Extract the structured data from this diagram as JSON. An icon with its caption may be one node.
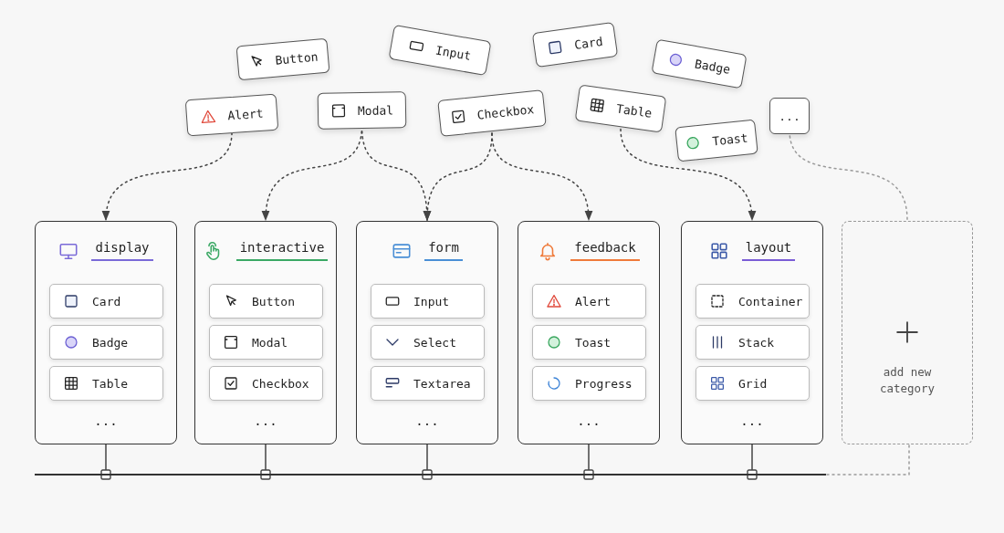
{
  "diagram": {
    "nodes": [
      {
        "text": [
          "Button"
        ]
      },
      {
        "text": [
          "Input"
        ]
      },
      {
        "text": [
          "Card"
        ]
      },
      {
        "text": [
          "Badge"
        ]
      },
      {
        "text": [
          "Alert"
        ]
      },
      {
        "text": [
          "Modal"
        ]
      },
      {
        "text": [
          "Checkbox"
        ]
      },
      {
        "text": [
          "Table"
        ]
      },
      {
        "text": [
          "Toast"
        ]
      },
      {
        "text": [
          "..."
        ]
      },
      {
        "text": [
          "display",
          "..."
        ]
      },
      {
        "text": [
          "Card"
        ],
        "in": 10
      },
      {
        "text": [
          "Badge"
        ],
        "in": 10
      },
      {
        "text": [
          "Table"
        ],
        "in": 10
      },
      {
        "text": [
          "interactive",
          "..."
        ]
      },
      {
        "text": [
          "Button"
        ],
        "in": 14
      },
      {
        "text": [
          "Modal"
        ],
        "in": 14
      },
      {
        "text": [
          "Checkbox"
        ],
        "in": 14
      },
      {
        "text": [
          "form",
          "..."
        ]
      },
      {
        "text": [
          "Input"
        ],
        "in": 18
      },
      {
        "text": [
          "Select"
        ],
        "in": 18
      },
      {
        "text": [
          "Textarea"
        ],
        "in": 18
      },
      {
        "text": [
          "feedback",
          "..."
        ]
      },
      {
        "text": [
          "Alert"
        ],
        "in": 22
      },
      {
        "text": [
          "Toast"
        ],
        "in": 22
      },
      {
        "text": [
          "Progress"
        ],
        "in": 22
      },
      {
        "text": [
          "layout",
          "..."
        ]
      },
      {
        "text": [
          "Container"
        ],
        "in": 26
      },
      {
        "text": [
          "Stack"
        ],
        "in": 26
      },
      {
        "text": [
          "Grid"
        ],
        "in": 26
      },
      {
        "text": [
          "add new category"
        ]
      },
      {
        "text": [],
        "shape": "bar"
      }
    ],
    "edges": [
      {
        "from": 4,
        "to": 10,
        "arrow": "to",
        "style": "dashed"
      },
      {
        "from": 5,
        "to": 14,
        "arrow": "to",
        "style": "dashed"
      },
      {
        "from": 5,
        "to": 18,
        "arrow": "to",
        "style": "dashed"
      },
      {
        "from": 6,
        "to": 18,
        "arrow": "to",
        "style": "dashed"
      },
      {
        "from": 6,
        "to": 22,
        "arrow": "to",
        "style": "dashed"
      },
      {
        "from": 7,
        "to": 26,
        "arrow": "to",
        "style": "dashed"
      },
      {
        "from": 9,
        "to": 30,
        "arrow": "none",
        "style": "dashed",
        "color": "#9a9a9a"
      },
      {
        "from": 10,
        "to": 31,
        "arrow": "other"
      },
      {
        "from": 14,
        "to": 31,
        "arrow": "other"
      },
      {
        "from": 18,
        "to": 31,
        "arrow": "other"
      },
      {
        "from": 22,
        "to": 31,
        "arrow": "other"
      },
      {
        "from": 26,
        "to": 31,
        "arrow": "other"
      },
      {
        "from": 30,
        "to": 31,
        "arrow": "none",
        "style": "dashed",
        "color": "#9a9a9a"
      }
    ]
  }
}
